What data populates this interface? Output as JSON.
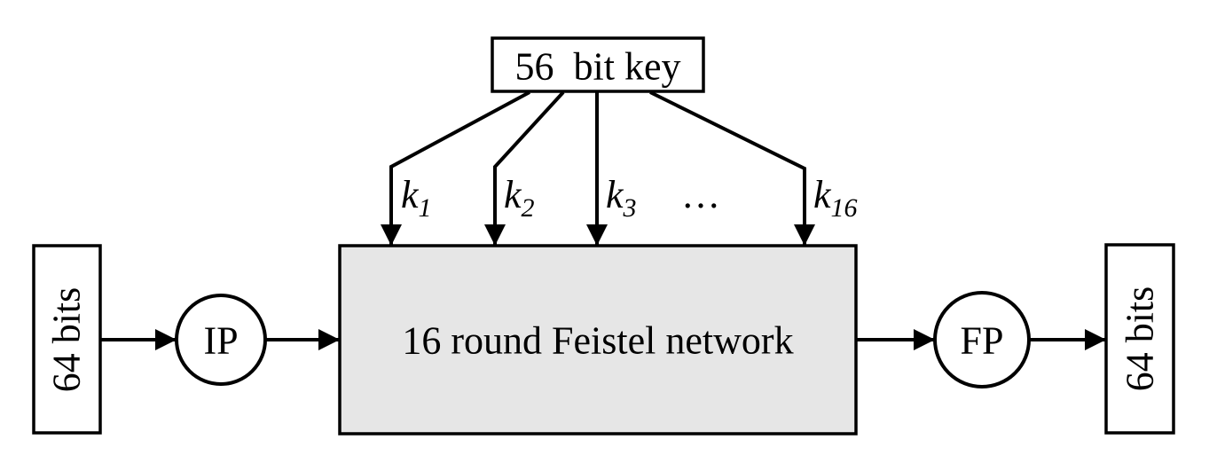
{
  "diagram": {
    "title_semantic": "DES cipher structure",
    "key_box": {
      "label": "56  bit key"
    },
    "subkeys": [
      {
        "base": "k",
        "sub": "1"
      },
      {
        "base": "k",
        "sub": "2"
      },
      {
        "base": "k",
        "sub": "3"
      },
      {
        "base": "k",
        "sub": "16"
      }
    ],
    "ellipsis": "…",
    "feistel_box": {
      "label": "16 round Feistel network"
    },
    "input_box": {
      "label": "64 bits"
    },
    "output_box": {
      "label": "64 bits"
    },
    "ip_node": {
      "label": "IP"
    },
    "fp_node": {
      "label": "FP"
    }
  },
  "colors": {
    "stroke": "#000000",
    "background": "#ffffff",
    "feistel_fill": "#e6e6e6",
    "box_fill": "#ffffff"
  }
}
